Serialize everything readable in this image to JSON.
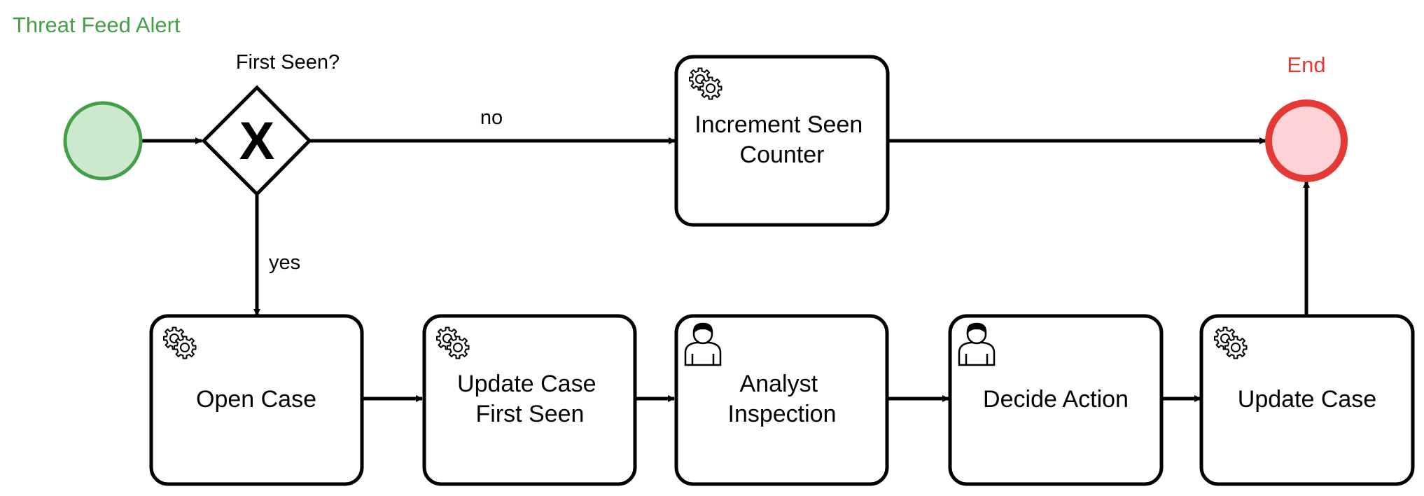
{
  "diagram": {
    "start_event": {
      "label": "Threat Feed Alert",
      "color": "#43a047",
      "fill": "#cce8cd"
    },
    "gateway": {
      "label": "First Seen?",
      "symbol": "X"
    },
    "end_event": {
      "label": "End",
      "color": "#e53935",
      "fill": "#ffd3d6"
    },
    "flows": {
      "no_label": "no",
      "yes_label": "yes"
    },
    "tasks": {
      "increment": {
        "type": "service",
        "icon": "gear-icon",
        "lines": [
          "Increment Seen",
          "Counter"
        ]
      },
      "open_case": {
        "type": "service",
        "icon": "gear-icon",
        "lines": [
          "Open Case"
        ]
      },
      "update_first_seen": {
        "type": "service",
        "icon": "gear-icon",
        "lines": [
          "Update Case",
          "First Seen"
        ]
      },
      "analyst_inspection": {
        "type": "user",
        "icon": "user-icon",
        "lines": [
          "Analyst",
          "Inspection"
        ]
      },
      "decide_action": {
        "type": "user",
        "icon": "user-icon",
        "lines": [
          "Decide Action"
        ]
      },
      "update_case": {
        "type": "service",
        "icon": "gear-icon",
        "lines": [
          "Update Case"
        ]
      }
    }
  }
}
